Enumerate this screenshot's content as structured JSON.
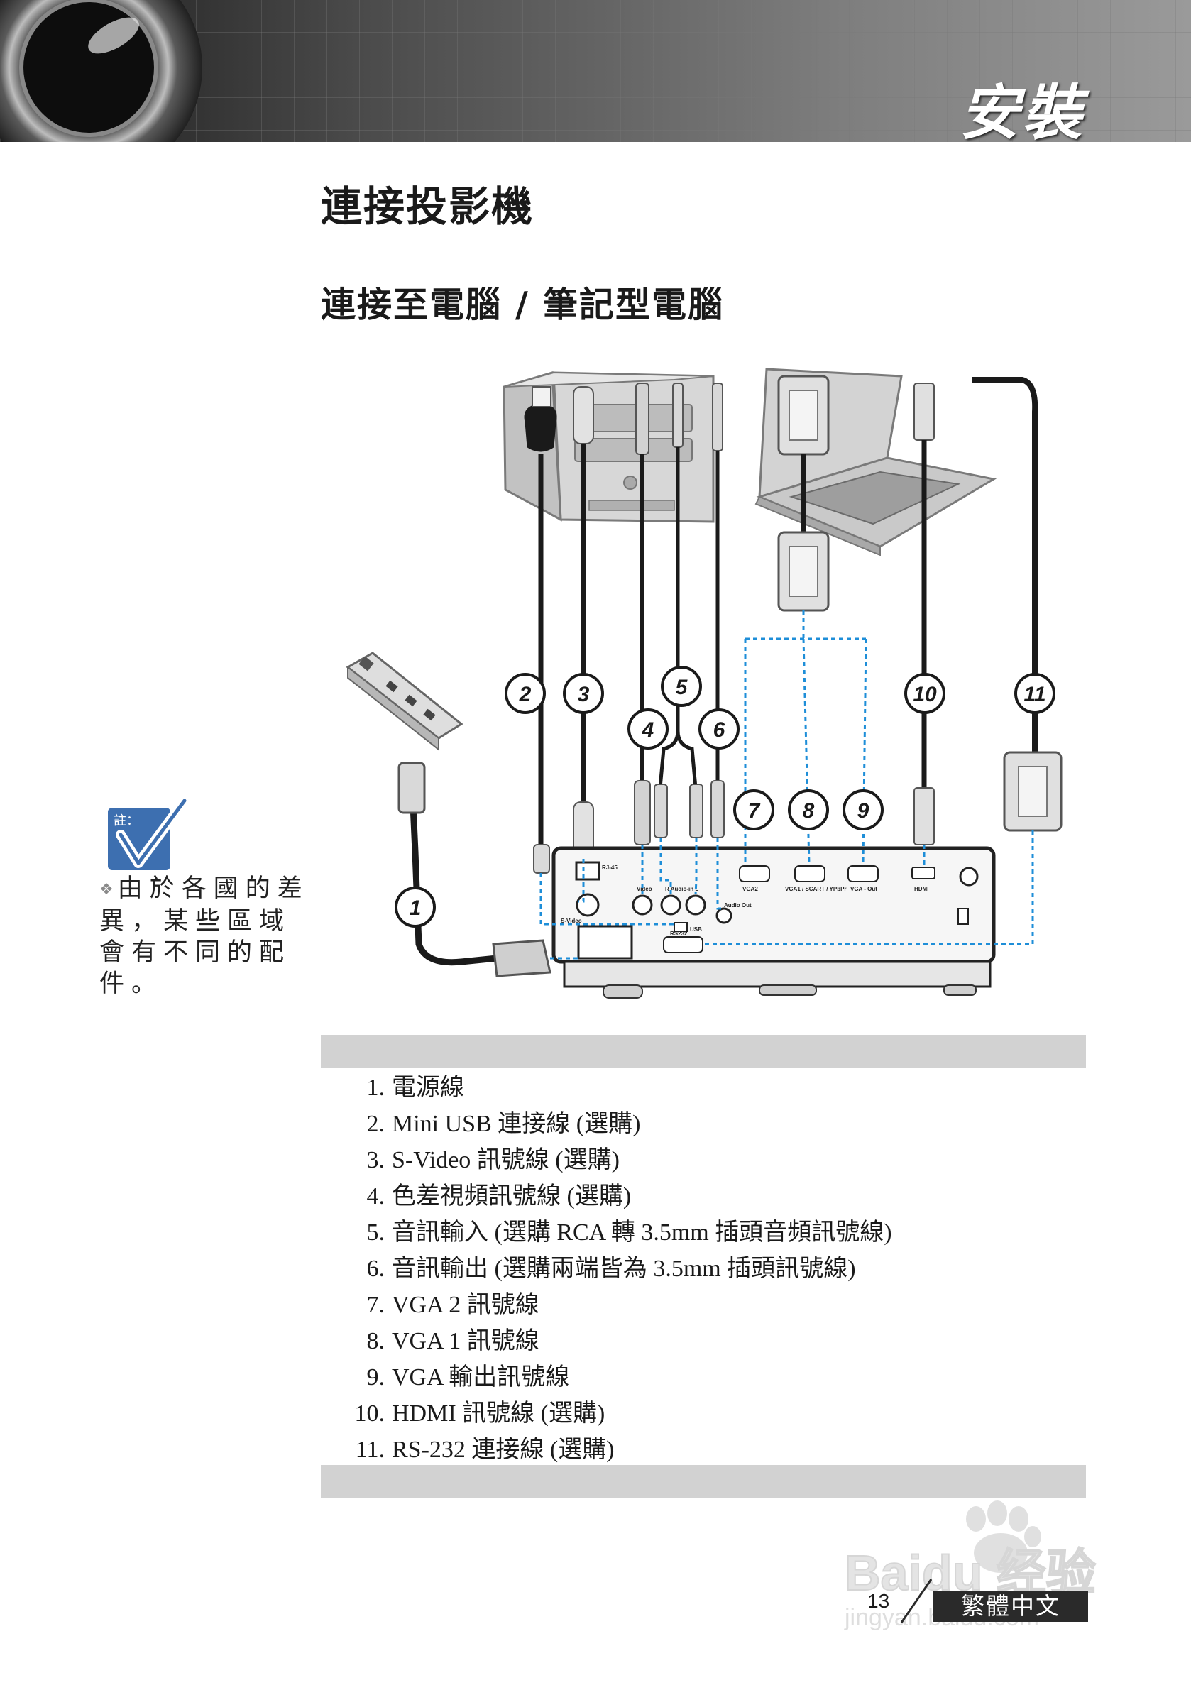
{
  "header": {
    "section_title": "安裝"
  },
  "headings": {
    "title": "連接投影機",
    "subtitle": "連接至電腦 / 筆記型電腦"
  },
  "diagram": {
    "callouts": [
      "1",
      "2",
      "3",
      "4",
      "5",
      "6",
      "7",
      "8",
      "9",
      "10",
      "11"
    ],
    "port_labels": {
      "rj45": "RJ-45",
      "svideo": "S-Video",
      "video": "Video",
      "audio_in": "R  Audio-in  L",
      "audio_out": "Audio Out",
      "usb": "USB",
      "rs232": "RS232",
      "vga2": "VGA2",
      "vga1": "VGA1 / SCART / YPbPr",
      "vga_out": "VGA - Out",
      "hdmi": "HDMI"
    }
  },
  "note": {
    "icon_label": "註：",
    "text": "由於各國的差異，某些區域會有不同的配件。"
  },
  "items": [
    {
      "num": "1.",
      "label": "電源線"
    },
    {
      "num": "2.",
      "label": "Mini USB 連接線 (選購)"
    },
    {
      "num": "3.",
      "label": "S-Video 訊號線 (選購)"
    },
    {
      "num": "4.",
      "label": "色差視頻訊號線 (選購)"
    },
    {
      "num": "5.",
      "label": "音訊輸入 (選購 RCA 轉 3.5mm 插頭音頻訊號線)"
    },
    {
      "num": "6.",
      "label": "音訊輸出 (選購兩端皆為 3.5mm 插頭訊號線)"
    },
    {
      "num": "7.",
      "label": "VGA 2 訊號線"
    },
    {
      "num": "8.",
      "label": "VGA 1 訊號線"
    },
    {
      "num": "9.",
      "label": "VGA 輸出訊號線"
    },
    {
      "num": "10.",
      "label": "HDMI 訊號線 (選購)"
    },
    {
      "num": "11.",
      "label": "RS-232 連接線 (選購)"
    }
  ],
  "footer": {
    "page_number": "13",
    "language": "繁體中文",
    "watermark_brand": "Baidu 经验",
    "watermark_url": "jingyan.baidu.com"
  },
  "colors": {
    "accent_link": "#1e8ed8",
    "note_icon": "#3d6fb0",
    "header_dark": "#3a3a3a"
  }
}
